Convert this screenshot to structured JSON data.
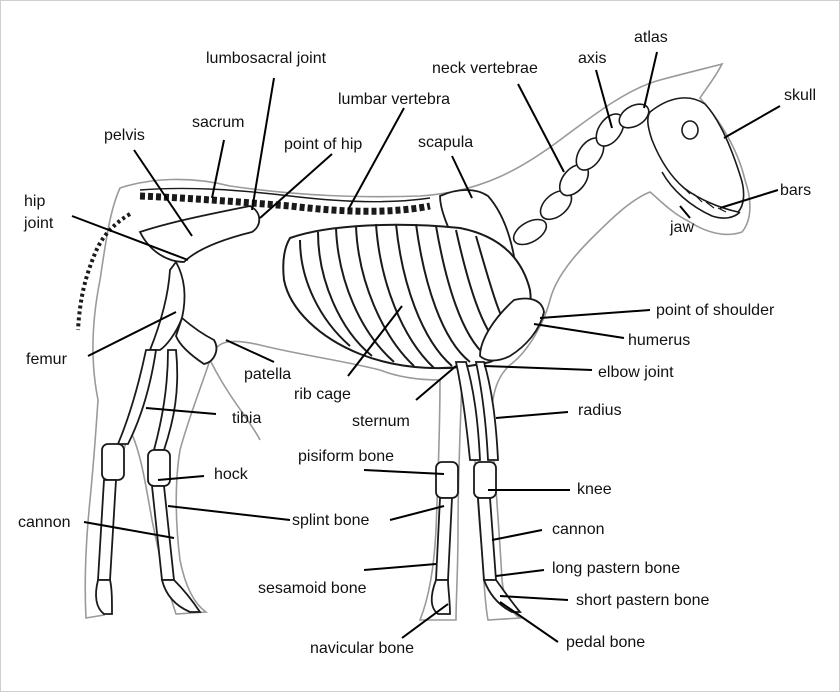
{
  "colors": {
    "outline": "#9a9a9a",
    "bone": "#1a1a1a",
    "leader": "#000000",
    "text": "#111111"
  },
  "labels": {
    "lumbosacral_joint": "lumbosacral joint",
    "atlas": "atlas",
    "neck_vertebrae": "neck vertebrae",
    "axis": "axis",
    "skull": "skull",
    "lumbar_vertebra": "lumbar vertebra",
    "pelvis": "pelvis",
    "sacrum": "sacrum",
    "point_of_hip": "point of hip",
    "scapula": "scapula",
    "bars": "bars",
    "hip_joint_line1": "hip",
    "hip_joint_line2": "joint",
    "jaw": "jaw",
    "point_of_shoulder": "point of shoulder",
    "femur": "femur",
    "humerus": "humerus",
    "patella": "patella",
    "rib_cage": "rib cage",
    "elbow_joint": "elbow joint",
    "sternum": "sternum",
    "tibia": "tibia",
    "radius": "radius",
    "pisiform_bone": "pisiform bone",
    "hock": "hock",
    "knee": "knee",
    "cannon_left": "cannon",
    "splint_bone": "splint bone",
    "cannon_right": "cannon",
    "long_pastern_bone": "long pastern bone",
    "sesamoid_bone": "sesamoid bone",
    "short_pastern_bone": "short pastern bone",
    "pedal_bone": "pedal bone",
    "navicular_bone": "navicular bone"
  }
}
